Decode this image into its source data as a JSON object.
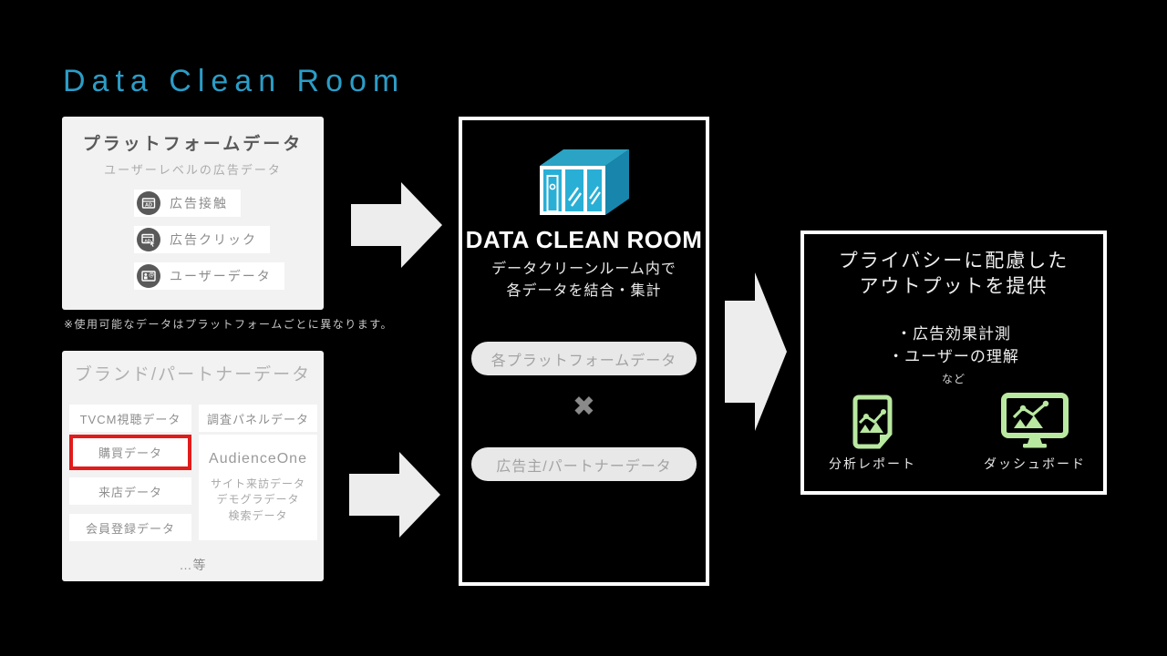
{
  "page": {
    "title": "Data Clean Room",
    "accent_color": "#2B9DC7",
    "background_color": "#000000"
  },
  "platform_box": {
    "title": "プラットフォームデータ",
    "subtitle": "ユーザーレベルの広告データ",
    "items": [
      {
        "icon": "ad-impression-icon",
        "label": "広告接触"
      },
      {
        "icon": "ad-click-icon",
        "label": "広告クリック"
      },
      {
        "icon": "user-data-icon",
        "label": "ユーザーデータ"
      }
    ],
    "note": "※使用可能なデータはプラットフォームごとに異なります。"
  },
  "brand_box": {
    "title": "ブランド/パートナーデータ",
    "left_items": [
      "TVCM視聴データ",
      "購買データ",
      "来店データ",
      "会員登録データ"
    ],
    "highlighted_item": "購買データ",
    "highlight_color": "#E21B1B",
    "right_items": [
      "調査パネルデータ"
    ],
    "audience_one": {
      "title": "AudienceOne",
      "sub_items_line1": "サイト来訪データ",
      "sub_items_line2": "デモグラデータ",
      "sub_items_line3": "検索データ"
    },
    "footer": "…等"
  },
  "clean_room_box": {
    "title": "DATA CLEAN ROOM",
    "description_line1": "データクリーンルーム内で",
    "description_line2": "各データを結合・集計",
    "input_pill_1": "各プラットフォームデータ",
    "operator": "✖",
    "input_pill_2": "広告主/パートナーデータ",
    "cube_icon_colors": {
      "top": "#2BA3C4",
      "front": "#29AFD6",
      "side": "#1886AC"
    }
  },
  "output_box": {
    "title_line1": "プライバシーに配慮した",
    "title_line2": "アウトプットを提供",
    "bullet_1": "・広告効果計測",
    "bullet_2": "・ユーザーの理解",
    "etc": "など",
    "outputs": [
      {
        "icon": "report-icon",
        "label": "分析レポート"
      },
      {
        "icon": "dashboard-icon",
        "label": "ダッシュボード"
      }
    ],
    "icon_color": "#B9E8A0"
  }
}
